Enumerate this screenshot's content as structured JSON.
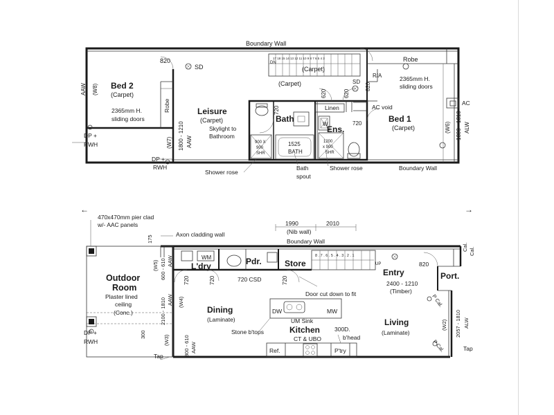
{
  "upper": {
    "boundary_wall_top": "Boundary Wall",
    "door_820_left": "820",
    "sd_left": "SD",
    "stair_dn": "DN",
    "stair_numbers": "17 18 15 14 13 12 11 10 9 8 7 6 5 4 3",
    "stair_carpet": "(Carpet)",
    "robe_top": "Robe",
    "ra": "R/A",
    "sd_right": "SD",
    "door_820_right": "820",
    "note_2365_right_1": "2365mm H.",
    "note_2365_right_2": "sliding doors",
    "landing_carpet": "(Carpet)",
    "bed2": {
      "name": "Bed 2",
      "floor": "(Carpet)"
    },
    "aaw_left": "AAW",
    "w8": "(W8)",
    "robe_left": "Robe",
    "note_2365_left_1": "2365mm H.",
    "note_2365_left_2": "sliding doors",
    "dp_rwh_1": "DP +",
    "dp_rwh_2": "RWH",
    "leisure": {
      "name": "Leisure",
      "floor": "(Carpet)"
    },
    "skylight_1": "Skylight to",
    "skylight_2": "Bathroom",
    "w7": "(W7)",
    "dim_1800_1210": "1800 - 1210",
    "aaw_w7": "AAW",
    "dp_rwh_lower_1": "DP +",
    "dp_rwh_lower_2": "RWH",
    "bath": "Bath",
    "wm": "W",
    "dim_720_a": "720",
    "dim_620_a": "620",
    "dim_620_b": "620",
    "linen": "Linen",
    "ac_void": "AC void",
    "ens": "Ens.",
    "dim_720_b": "720",
    "bed1": {
      "name": "Bed 1",
      "floor": "(Carpet)"
    },
    "ac": "AC",
    "w6": "(W6)",
    "dim_1800_1810": "1800 - 1810",
    "alw": "ALW",
    "shower_900_1": "900 X",
    "shower_900_2": "900",
    "shower_900_3": "SHR",
    "bath_1525_1": "1525",
    "bath_1525_2": "BATH",
    "shower_1200_1": "1200",
    "shower_1200_2": "x 900",
    "shower_1200_3": "SHR",
    "shower_rose_left": "Shower rose",
    "bath_spout_1": "Bath",
    "bath_spout_2": "spout",
    "shower_rose_right": "Shower rose",
    "boundary_wall_bottom": "Boundary Wall"
  },
  "lower": {
    "nav_left": "←",
    "nav_right": "→",
    "pier_note_1": "470x470mm pier clad",
    "pier_note_2": "w/- AAC panels",
    "axon_note": "Axon cladding wall",
    "dim_175": "175",
    "dim_1990": "1990",
    "nib_wall": "(Nib wall)",
    "dim_2010": "2010",
    "boundary_wall": "Boundary Wall",
    "cal_1": "Cal.",
    "cal_2": "Cal.",
    "ldry": "L'dry",
    "wm": "WM",
    "pdr": "Pdr.",
    "store": "Store",
    "stair_numbers": "8 . 7 . 6 . 5 . 4 . 3 . 2 . 1",
    "up": "UP",
    "entry": "Entry",
    "door_820": "820",
    "port": "Port.",
    "entry_dim": "2400 - 1210",
    "entry_floor": "(Timber)",
    "w5": "(W5)",
    "dim_600_610": "600 - 610",
    "aaw_w5": "AAW",
    "dim_720_a": "720",
    "dim_720_b": "720",
    "csd": "720 CSD",
    "dim_720_c": "720",
    "door_cut": "Door cut down to fit",
    "outdoor_1": "Outdoor",
    "outdoor_2": "Room",
    "plaster_1": "Plaster lined",
    "plaster_2": "ceiling",
    "plaster_3": "(Conc.)",
    "w4": "(W4)",
    "dim_2100_1810": "2100 - 1810",
    "aaw_w4": "AAW",
    "dining": {
      "name": "Dining",
      "floor": "(Laminate)"
    },
    "dw": "DW",
    "mw": "MW",
    "um_sink": "UM Sink",
    "kitchen": "Kitchen",
    "ct_ubo": "CT & UBO",
    "stone_btops": "Stone b'tops",
    "bhead_1": "300D.",
    "bhead_2": "b'head",
    "living": {
      "name": "Living",
      "floor": "(Laminate)"
    },
    "p_cal_1": "P Cal.",
    "w2": "(W2)",
    "dim_2057_1810": "2057 - 1810",
    "alw": "ALW",
    "p_cal_2": "P Cal.",
    "tap_right": "Tap",
    "dp_rwh_1": "DP +",
    "dp_rwh_2": "RWH",
    "dim_300": "300",
    "w3": "(W3)",
    "dim_800_610": "800 - 610",
    "aaw_w3": "AAW",
    "tap_left": "Tap",
    "ref": "Ref.",
    "ptry": "P'try"
  }
}
